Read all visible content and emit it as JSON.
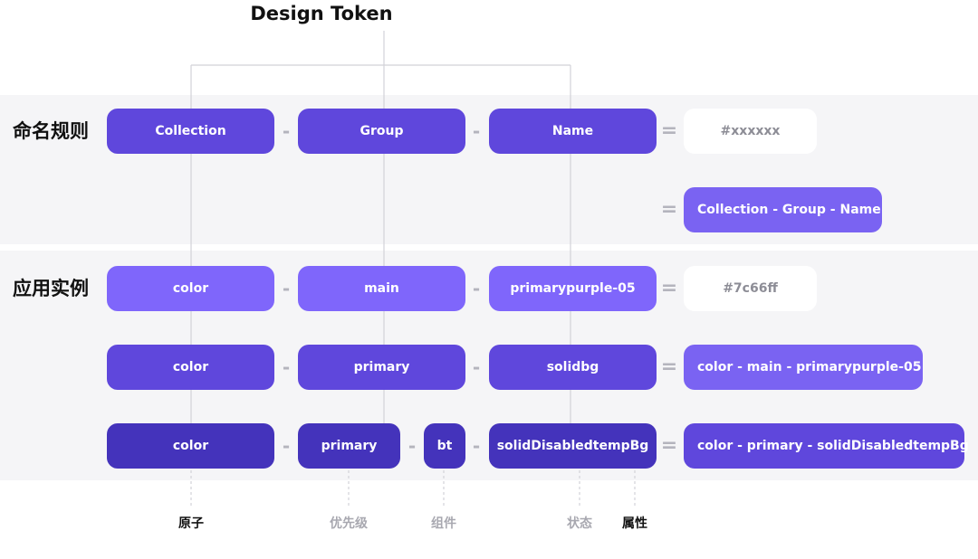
{
  "title": "Design Token",
  "rows": {
    "naming": {
      "label": "命名规则"
    },
    "examples": {
      "label": "应用实例"
    }
  },
  "naming_pills": {
    "collection": "Collection",
    "group": "Group",
    "name": "Name",
    "value": "#xxxxxx",
    "alias": "Collection - Group - Name"
  },
  "example1": {
    "collection": "color",
    "group": "main",
    "name": "primarypurple-05",
    "value": "#7c66ff"
  },
  "example2": {
    "collection": "color",
    "group": "primary",
    "name": "solidbg",
    "value": "color - main - primarypurple-05"
  },
  "example3": {
    "collection": "color",
    "group": "primary",
    "component": "bt",
    "name": "solidDisabledtempBg",
    "value": "color - primary - solidDisabledtempBg"
  },
  "separators": {
    "dash": "-",
    "equals": "="
  },
  "bottom_labels": {
    "atom": "原子",
    "priority": "优先级",
    "component": "组件",
    "state": "状态",
    "attribute": "属性"
  },
  "colors": {
    "band": "#f5f5f7",
    "pill_standard": "#5f47dc",
    "pill_light": "#7f66fb",
    "pill_dark": "#4433bb",
    "alias_pill": "#7a63f2",
    "separator": "#b4b4bd",
    "line": "#d2d2d8"
  }
}
